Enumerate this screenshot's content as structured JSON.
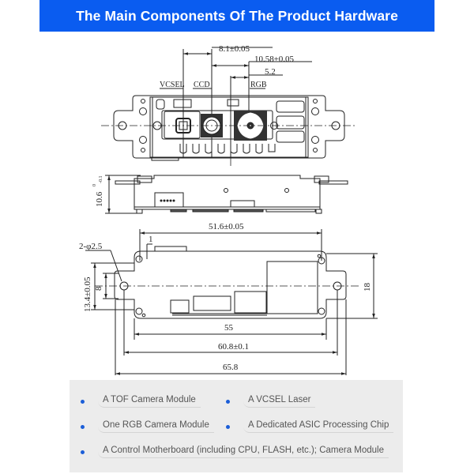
{
  "header": {
    "title": "The Main Components Of The Product Hardware",
    "background_color": "#0a5cf0"
  },
  "drawing": {
    "top_view": {
      "dimensions": {
        "vcsel_to_ccd": "8.1±0.05",
        "ccd_to_rgb": "10.58±0.05",
        "rgb_offset": "5.2"
      },
      "labels": {
        "vcsel": "VCSEL",
        "ccd": "CCD",
        "rgb": "RGB"
      }
    },
    "side_view": {
      "height": "10.6",
      "height_tol_upper": "0",
      "height_tol_lower": "-0.1"
    },
    "bottom_view": {
      "board_width": "51.6±0.05",
      "edge_offset": "1",
      "hole_spec": "2-φ2.5",
      "hole_spacing_vertical": "13.4±0.05",
      "flange_height": "8",
      "total_height": "18",
      "body_length": "55",
      "hole_pitch": "60.8±0.1",
      "overall_length": "65.8"
    }
  },
  "features": {
    "bullet_color": "#1b5ed8",
    "items": [
      {
        "label": "A TOF Camera Module"
      },
      {
        "label": "A VCSEL Laser"
      },
      {
        "label": "One RGB Camera Module"
      },
      {
        "label": "A Dedicated ASIC Processing Chip"
      },
      {
        "label": "A Control Motherboard (including CPU, FLASH, etc.); Camera Module"
      }
    ]
  }
}
